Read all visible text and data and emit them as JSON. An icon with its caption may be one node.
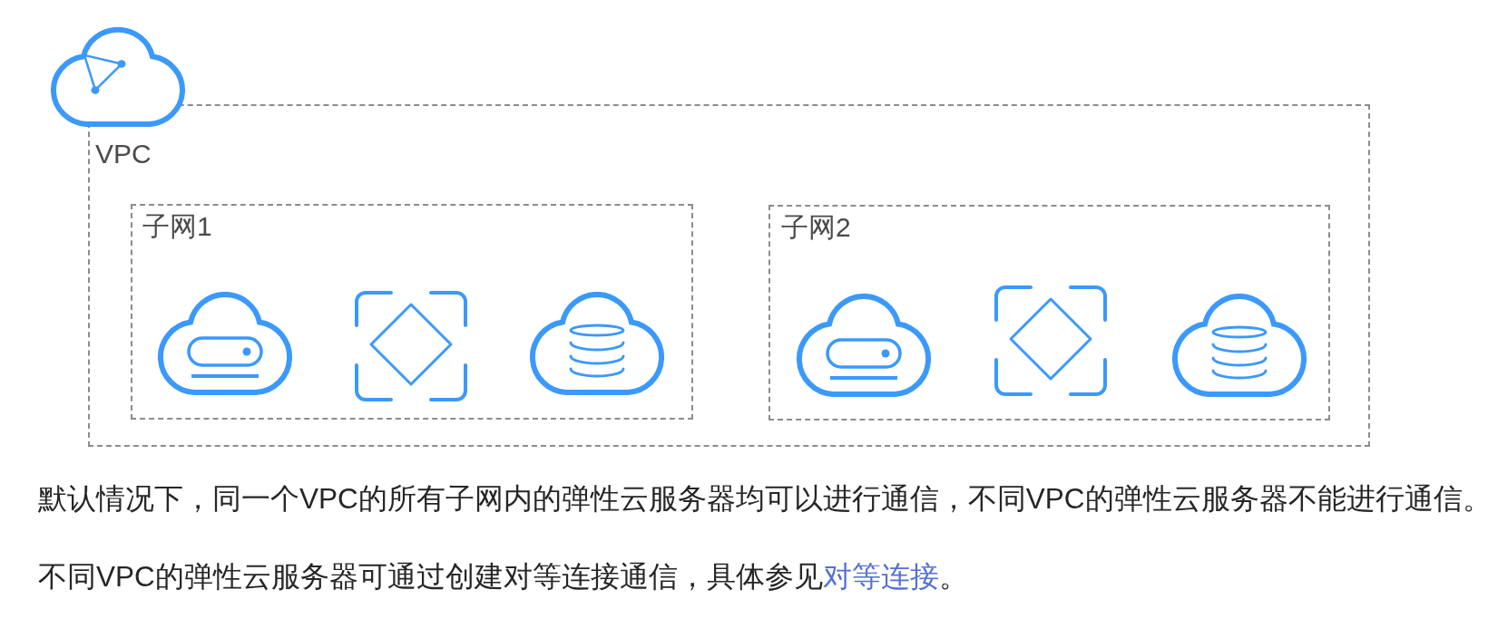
{
  "diagram": {
    "nodes": [
      {
        "text": [
          "VPC"
        ]
      },
      {
        "text": [
          "子网1"
        ],
        "in": 0
      },
      {
        "text": [],
        "shape": "picture",
        "in": 1
      },
      {
        "text": [],
        "shape": "picture",
        "in": 1
      },
      {
        "text": [],
        "shape": "picture",
        "in": 1
      },
      {
        "text": [
          "子网2"
        ],
        "in": 0
      },
      {
        "text": [],
        "shape": "picture",
        "in": 5
      },
      {
        "text": [],
        "shape": "picture",
        "in": 5
      },
      {
        "text": [],
        "shape": "picture",
        "in": 5
      }
    ],
    "labels": [
      "默认情况下，同一个VPC的所有子网内的弹性云服务器均可以进行通信，不同VPC的弹性云服务器不能进行通信。",
      "不同VPC的弹性云服务器可通过创建对等连接通信，具体参见",
      "对等连接",
      "。"
    ]
  }
}
